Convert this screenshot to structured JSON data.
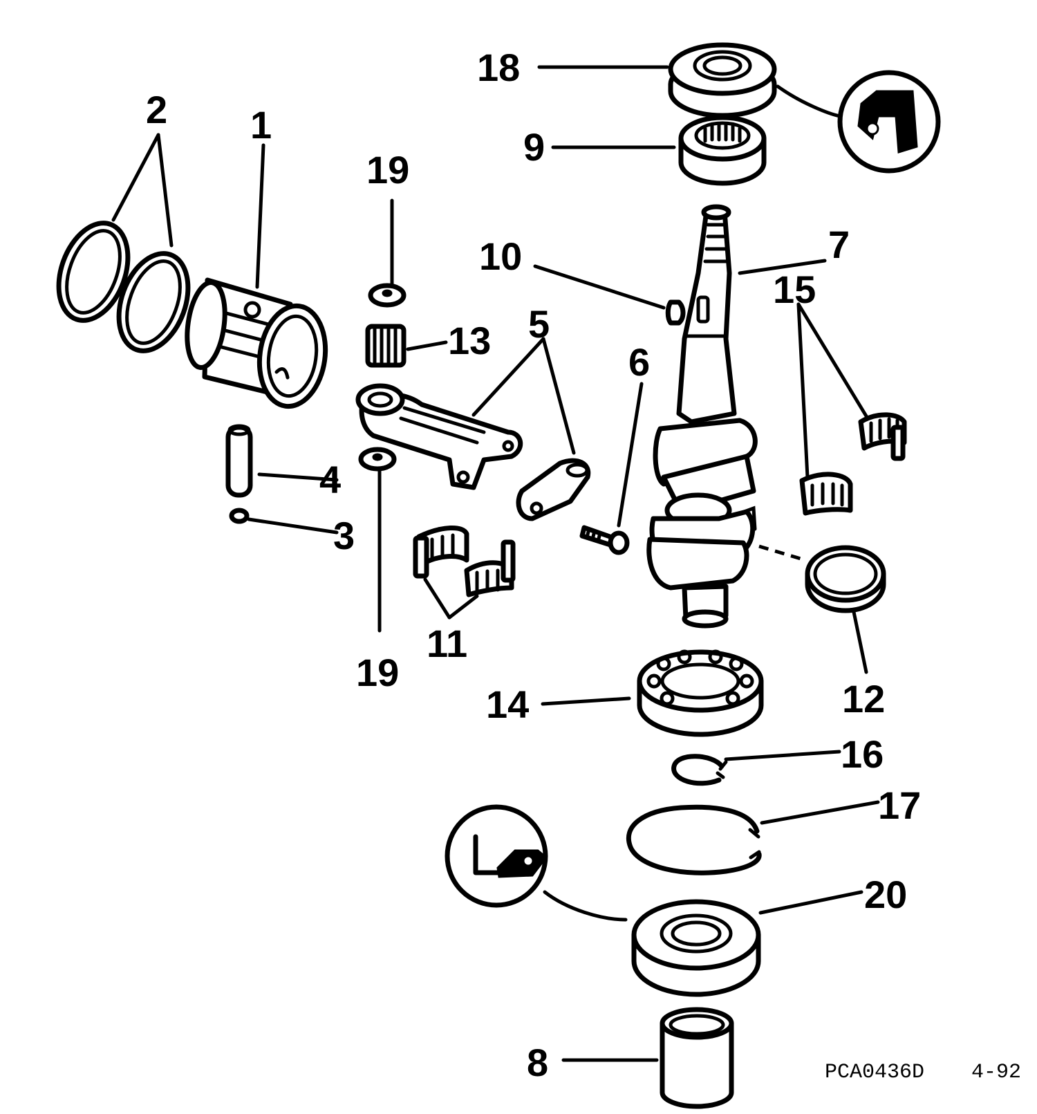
{
  "callouts": [
    {
      "id": "1",
      "label": "1"
    },
    {
      "id": "2",
      "label": "2"
    },
    {
      "id": "3",
      "label": "3"
    },
    {
      "id": "4",
      "label": "4"
    },
    {
      "id": "5",
      "label": "5"
    },
    {
      "id": "6",
      "label": "6"
    },
    {
      "id": "7",
      "label": "7"
    },
    {
      "id": "8",
      "label": "8"
    },
    {
      "id": "9",
      "label": "9"
    },
    {
      "id": "10",
      "label": "10"
    },
    {
      "id": "11",
      "label": "11"
    },
    {
      "id": "12",
      "label": "12"
    },
    {
      "id": "13",
      "label": "13"
    },
    {
      "id": "14",
      "label": "14"
    },
    {
      "id": "15",
      "label": "15"
    },
    {
      "id": "16",
      "label": "16"
    },
    {
      "id": "17",
      "label": "17"
    },
    {
      "id": "18",
      "label": "18"
    },
    {
      "id": "19a",
      "label": "19"
    },
    {
      "id": "19b",
      "label": "19"
    },
    {
      "id": "20",
      "label": "20"
    }
  ],
  "footer": {
    "code": "PCA0436D",
    "date": "4-92"
  }
}
